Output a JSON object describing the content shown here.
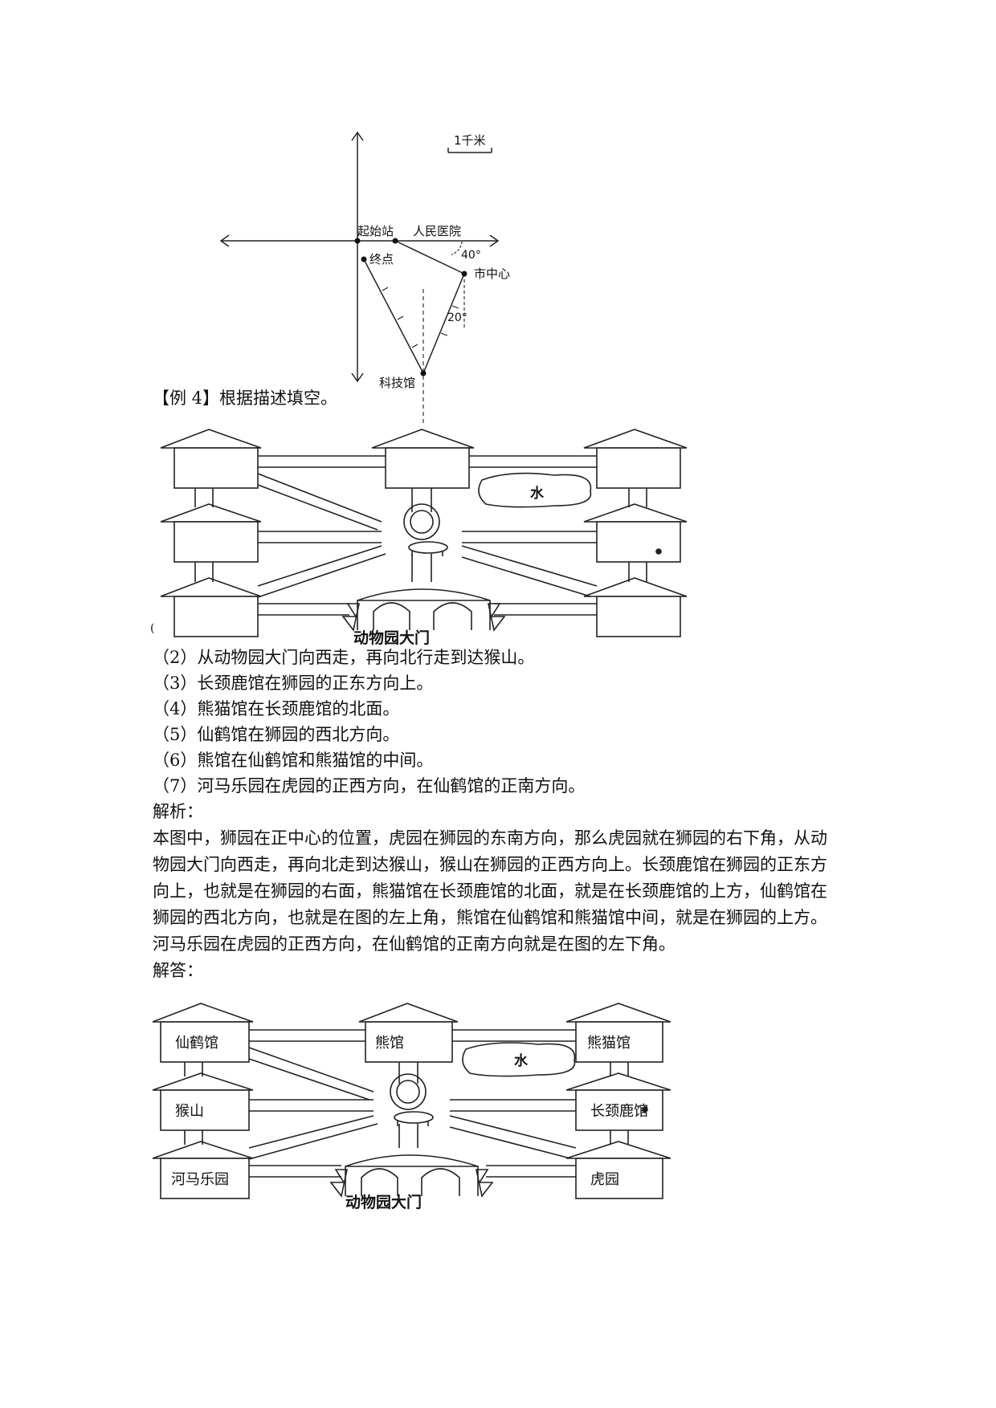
{
  "map_figure": {
    "scale_label": "1千米",
    "start_label": "起始站",
    "hospital_label": "人民医院",
    "end_label": "终点",
    "city_center_label": "市中心",
    "museum_label": "科技馆",
    "angle_40": "40°",
    "angle_20": "20°"
  },
  "example": {
    "title": "【例 4】根据描述填空。",
    "stray_mark": "(",
    "items": [
      "（2）从动物园大门向西走，再向北行走到达猴山。",
      "（3）长颈鹿馆在狮园的正东方向上。",
      "（4）熊猫馆在长颈鹿馆的北面。",
      "（5）仙鹤馆在狮园的西北方向。",
      "（6）熊馆在仙鹤馆和熊猫馆的中间。",
      "（7）河马乐园在虎园的正西方向，在仙鹤馆的正南方向。"
    ]
  },
  "zoo_figure": {
    "water_label": "水",
    "gate_label": "动物园大门"
  },
  "analysis": {
    "heading": "解析：",
    "text": "本图中，狮园在正中心的位置，虎园在狮园的东南方向，那么虎园就在狮园的右下角，从动物园大门向西走，再向北走到达猴山，猴山在狮园的正西方向上。长颈鹿馆在狮园的正东方向上，也就是在狮园的右面，熊猫馆在长颈鹿馆的北面，就是在长颈鹿馆的上方，仙鹤馆在狮园的西北方向，也就是在图的左上角，熊馆在仙鹤馆和熊猫馆中间，就是在狮园的上方。河马乐园在虎园的正西方向，在仙鹤馆的正南方向就是在图的左下角。"
  },
  "answer": {
    "heading": "解答：",
    "labels": {
      "crane": "仙鹤馆",
      "bear": "熊馆",
      "panda": "熊猫馆",
      "monkey": "猴山",
      "giraffe": "长颈鹿馆",
      "hippo": "河马乐园",
      "tiger": "虎园"
    }
  }
}
